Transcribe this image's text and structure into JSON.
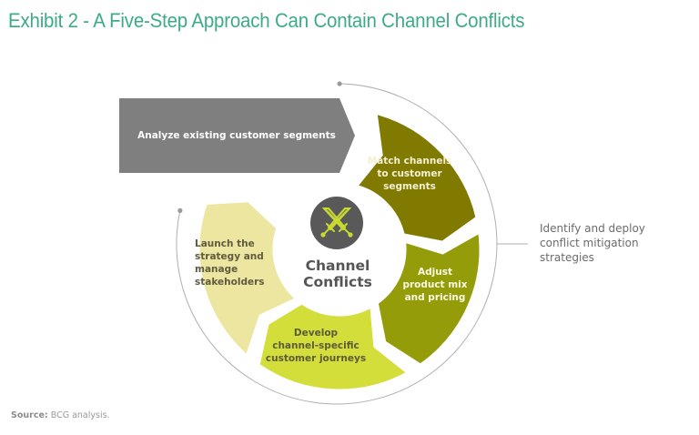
{
  "title": "Exhibit 2 - A Five-Step Approach Can Contain Channel Conflicts",
  "center": {
    "icon": "crossed-swords-icon",
    "line1": "Channel",
    "line2": "Conflicts"
  },
  "steps": [
    {
      "name": "analyze",
      "lines": [
        "Analyze existing customer segments"
      ],
      "color": "#7f7f7f",
      "text_color": "#ffffff"
    },
    {
      "name": "match",
      "lines": [
        "Match channels",
        "to customer",
        "segments"
      ],
      "color": "#807a00",
      "text_color": "#f4f0d0"
    },
    {
      "name": "adjust",
      "lines": [
        "Adjust",
        "product mix",
        "and pricing"
      ],
      "color": "#959c0a",
      "text_color": "#fafae0"
    },
    {
      "name": "develop",
      "lines": [
        "Develop",
        "channel-specific",
        "customer journeys"
      ],
      "color": "#d3de3a",
      "text_color": "#5b5b3a"
    },
    {
      "name": "launch",
      "lines": [
        "Launch the",
        "strategy and",
        "manage",
        "stakeholders"
      ],
      "color": "#ede6a0",
      "text_color": "#5f5b40"
    }
  ],
  "side_note": [
    "Identify and deploy",
    "conflict mitigation",
    "strategies"
  ],
  "source": {
    "label": "Source:",
    "text": " BCG analysis."
  },
  "colors": {
    "title": "#3eaa8a",
    "icon_bg": "#595959",
    "icon_fg": "#c8d932",
    "arc": "#b0b0b0"
  }
}
